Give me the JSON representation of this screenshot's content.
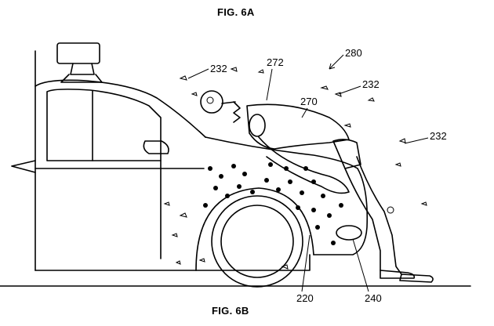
{
  "figure": {
    "top_title": "FIG. 6A",
    "bottom_title": "FIG. 6B"
  },
  "refs": {
    "r280": "280",
    "r272": "272",
    "r270": "270",
    "r232_left": "232",
    "r232_mid": "232",
    "r232_right": "232",
    "r220": "220",
    "r240": "240"
  }
}
